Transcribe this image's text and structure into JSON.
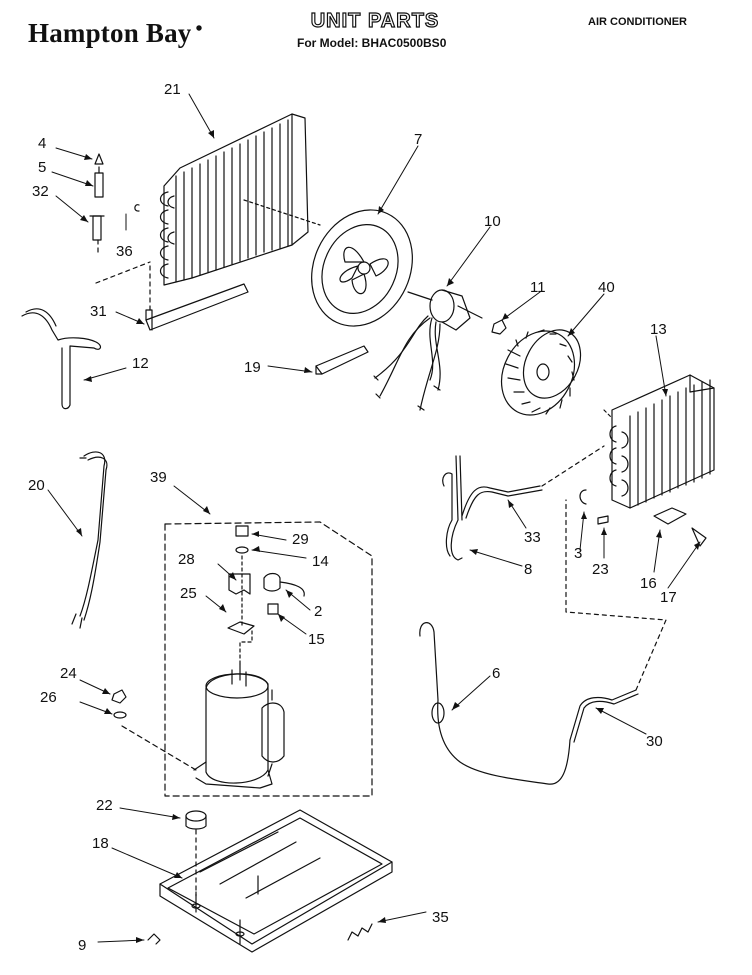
{
  "header": {
    "brand": "Hampton Bay",
    "title": "UNIT PARTS",
    "subtitle": "For Model: BHAC0500BS0",
    "category": "AIR CONDITIONER"
  },
  "callouts": [
    "4",
    "5",
    "32",
    "36",
    "21",
    "7",
    "10",
    "11",
    "40",
    "13",
    "31",
    "12",
    "19",
    "20",
    "39",
    "29",
    "14",
    "28",
    "2",
    "25",
    "15",
    "24",
    "26",
    "6",
    "30",
    "33",
    "8",
    "3",
    "23",
    "16",
    "17",
    "22",
    "18",
    "35",
    "9"
  ]
}
